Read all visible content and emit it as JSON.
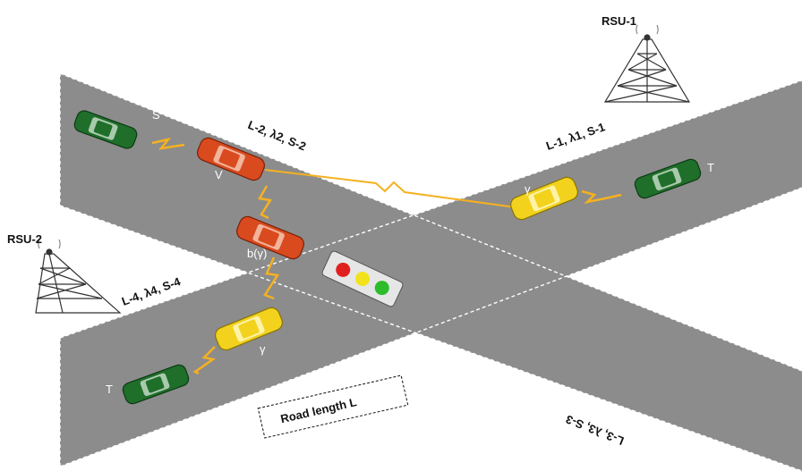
{
  "rsu": {
    "rsu1": "RSU-1",
    "rsu2": "RSU-2"
  },
  "lanes": {
    "l1": "L-1, λ1, S-1",
    "l2": "L-2, λ2, S-2",
    "l3": "L-3, λ3, S-3",
    "l4": "L-4, λ4, S-4"
  },
  "road_length": "Road length L",
  "vehicles": {
    "source": "S",
    "v": "V",
    "relay_b": "b(γ)",
    "gamma_right": "γ",
    "gamma_bottom": "γ",
    "target_right": "T",
    "target_left": "T"
  },
  "colors": {
    "road": "#8c8c8c",
    "green_car": "#1f6e2a",
    "red_car": "#d94a1e",
    "yellow_car": "#f2d21c",
    "signal": "#f5b120"
  }
}
